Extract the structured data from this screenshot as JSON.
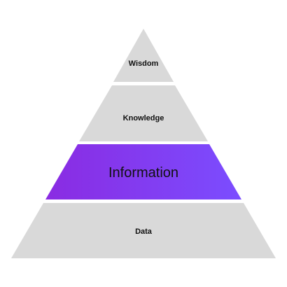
{
  "diagram": {
    "type": "pyramid",
    "tiers": [
      {
        "label": "Wisdom",
        "highlighted": false
      },
      {
        "label": "Knowledge",
        "highlighted": false
      },
      {
        "label": "Information",
        "highlighted": true
      },
      {
        "label": "Data",
        "highlighted": false
      }
    ],
    "colors": {
      "tier_fill": "#d9d9d9",
      "highlight_gradient_start": "#8a2be2",
      "highlight_gradient_end": "#7b4dff",
      "label_default": "#111111",
      "label_highlighted": "#ffffff"
    }
  }
}
